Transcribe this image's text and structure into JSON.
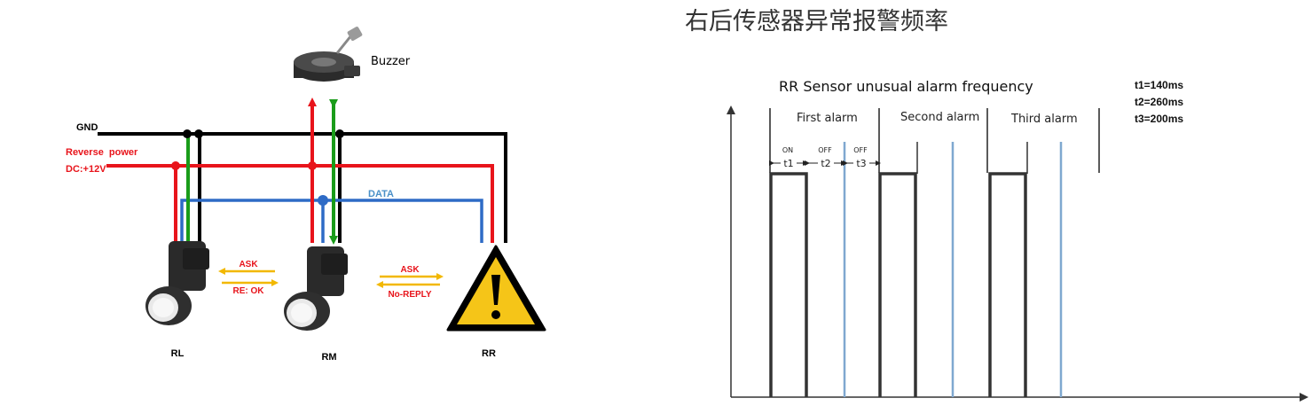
{
  "wiring": {
    "gnd_label": "GND",
    "reverse_power_label": "Reverse  power",
    "dc_label": "DC:+12V",
    "data_label": "DATA",
    "buzzer_label": "Buzzer",
    "ask_left": "ASK",
    "reply_left": "RE: OK",
    "ask_right": "ASK",
    "reply_right": "No-REPLY",
    "sensor_rl": "RL",
    "sensor_rm": "RM",
    "sensor_rr": "RR",
    "colors": {
      "gnd": "#000000",
      "power": "#e8141b",
      "data": "#2e6bc6",
      "return": "#1a9c1a",
      "arrow": "#f2b800",
      "data_label": "#4a90c8"
    }
  },
  "timing": {
    "chinese_title": "右后传感器异常报警频率",
    "title": "RR Sensor unusual alarm frequency",
    "alarm_labels": [
      "First alarm",
      "Second alarm",
      "Third alarm"
    ],
    "interval_labels": [
      "ON",
      "OFF",
      "OFF"
    ],
    "interval_symbols": [
      "t1",
      "t2",
      "t3"
    ],
    "legend": [
      "t1=140ms",
      "t2=260ms",
      "t3=200ms"
    ],
    "colors": {
      "pulse": "#333333",
      "marker": "#7fa8d0"
    }
  },
  "chart_data": {
    "type": "timing",
    "title": "RR Sensor unusual alarm frequency",
    "xlabel": "",
    "ylabel": "",
    "series": [
      {
        "name": "First alarm",
        "on_ms": 140,
        "off_ms": [
          260,
          200
        ]
      },
      {
        "name": "Second alarm",
        "on_ms": 140,
        "off_ms": [
          260,
          200
        ]
      },
      {
        "name": "Third alarm",
        "on_ms": 140,
        "off_ms": [
          260,
          200
        ]
      }
    ]
  }
}
